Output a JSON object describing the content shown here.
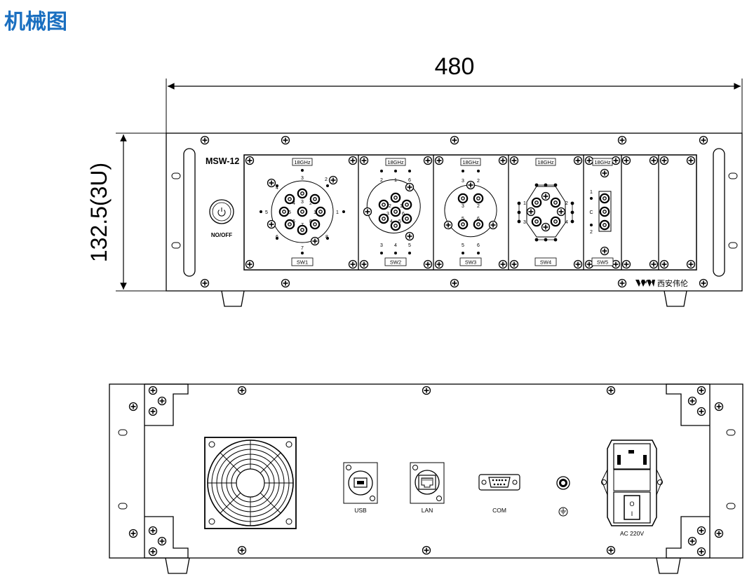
{
  "title": "机械图",
  "colors": {
    "title": "#1a6fc0",
    "line": "#000000"
  },
  "dimensions": {
    "width": "480",
    "height": "132.5(3U)"
  },
  "front": {
    "model": "MSW-12",
    "power_label": "NO/OFF",
    "freq_label": "18GHz",
    "modules": [
      {
        "name": "SW1",
        "ports": [
          "1",
          "2",
          "3",
          "4",
          "5",
          "6",
          "7",
          "8"
        ]
      },
      {
        "name": "SW2",
        "ports": [
          "1",
          "2",
          "3",
          "4",
          "5",
          "6"
        ]
      },
      {
        "name": "SW3",
        "ports": [
          "2",
          "3",
          "5",
          "6"
        ]
      },
      {
        "name": "SW4",
        "ports": [
          "1",
          "2",
          "3",
          "4"
        ]
      },
      {
        "name": "SW5",
        "ports": [
          "1",
          "C",
          "2"
        ]
      }
    ],
    "brand": "西安伟伦",
    "brand_icon": "brand-logo-icon"
  },
  "rear": {
    "usb_label": "USB",
    "lan_label": "LAN",
    "com_label": "COM",
    "ac_label": "AC 220V",
    "switch_on": "O",
    "switch_off": "I"
  }
}
